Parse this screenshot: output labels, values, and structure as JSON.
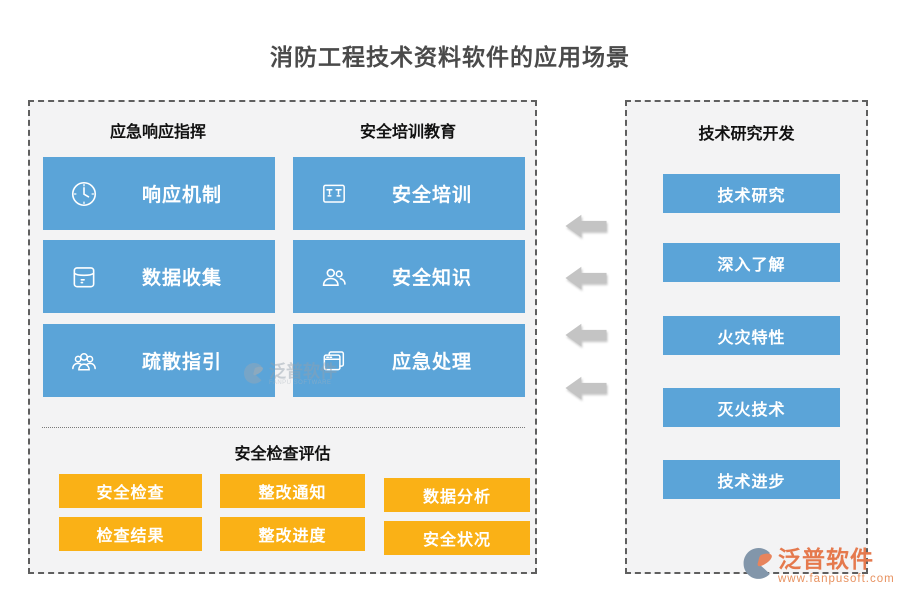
{
  "title": "消防工程技术资料软件的应用场景",
  "left_panel": {
    "emergency": {
      "header": "应急响应指挥",
      "items": [
        {
          "label": "响应机制",
          "icon": "clock-icon"
        },
        {
          "label": "数据收集",
          "icon": "envelope-icon"
        },
        {
          "label": "疏散指引",
          "icon": "people-group-icon"
        }
      ]
    },
    "training": {
      "header": "安全培训教育",
      "items": [
        {
          "label": "安全培训",
          "icon": "presentation-board-icon"
        },
        {
          "label": "安全知识",
          "icon": "people-icon"
        },
        {
          "label": "应急处理",
          "icon": "stacked-windows-icon"
        }
      ]
    },
    "inspection": {
      "header": "安全检查评估",
      "buttons": [
        "安全检查",
        "整改通知",
        "数据分析",
        "检查结果",
        "整改进度",
        "安全状况"
      ]
    }
  },
  "right_panel": {
    "header": "技术研究开发",
    "buttons": [
      "技术研究",
      "深入了解",
      "火灾特性",
      "灭火技术",
      "技术进步"
    ]
  },
  "arrows": {
    "count": 4,
    "direction": "left"
  },
  "watermark": {
    "text": "泛普软件",
    "subtext": "FANPU SOFTWARE"
  },
  "logo": {
    "name": "泛普软件",
    "url": "www.fanpusoft.com"
  },
  "colors": {
    "card_blue": "#5ba4d8",
    "button_orange": "#fab116",
    "panel_bg": "#f3f3f4",
    "dashed_border": "#5f5f5f",
    "arrow_gray": "#c4c4c4",
    "title_gray": "#4a4a4a",
    "logo_orange": "#e5794d"
  }
}
